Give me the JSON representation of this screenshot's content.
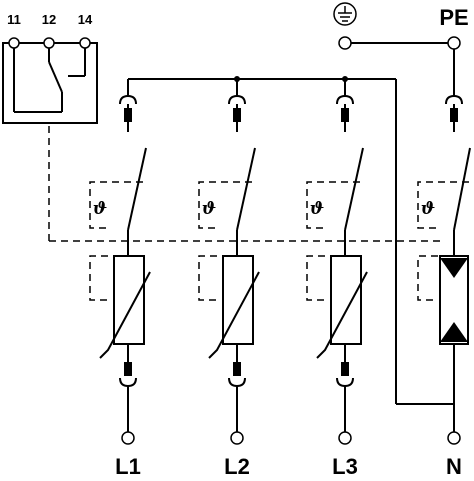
{
  "contact_labels": [
    "11",
    "12",
    "14"
  ],
  "earth_label": "PE",
  "phase_labels": [
    "L1",
    "L2",
    "L3"
  ],
  "neutral_label": "N",
  "thermal_symbol": "ϑ",
  "icons": {
    "earth": "protective-earth-icon",
    "varistor": "varistor-icon",
    "spark_gap": "gas-discharge-tube-icon",
    "fuse": "fuse-icon",
    "thermal_disconnector": "thermal-disconnector-icon"
  }
}
